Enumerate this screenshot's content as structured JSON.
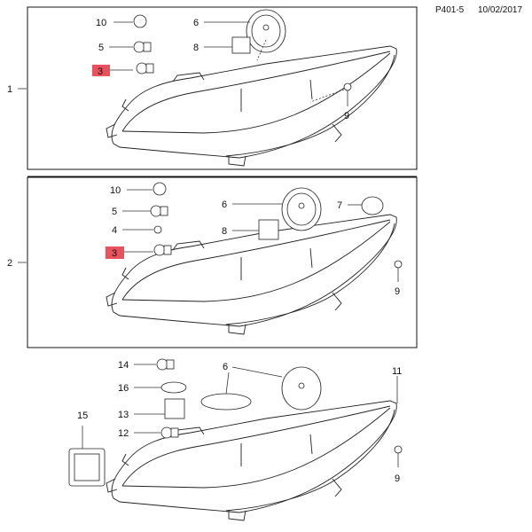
{
  "header": {
    "page_code": "P401-5",
    "date": "10/02/2017"
  },
  "highlight_color": "#e8525c",
  "panels": [
    {
      "assembly": "1",
      "callouts": [
        "10",
        "5",
        "3",
        "6",
        "8",
        "9"
      ]
    },
    {
      "assembly": "2",
      "callouts": [
        "10",
        "5",
        "4",
        "3",
        "6",
        "8",
        "7",
        "9"
      ]
    },
    {
      "callouts": [
        "14",
        "16",
        "13",
        "12",
        "15",
        "6",
        "11",
        "9"
      ]
    }
  ],
  "highlighted_part": "3"
}
